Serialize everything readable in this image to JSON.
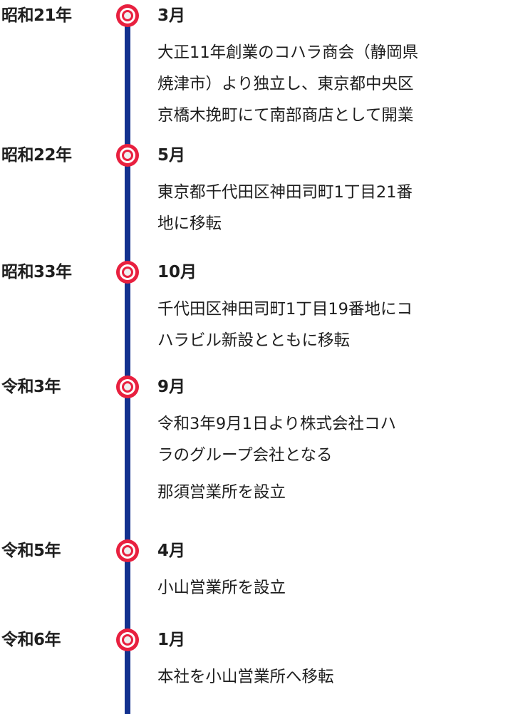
{
  "colors": {
    "line": "#13318f",
    "marker": "#e8203f",
    "marker_center": "#efefef",
    "text": "#1e1e1e"
  },
  "entries": [
    {
      "year": "昭和21年",
      "month": "3月",
      "paragraphs": [
        [
          "大正11年創業のコハラ商会（静岡県",
          "焼津市）より独立し、東京都中央区",
          "京橋木挽町にて南部商店として開業"
        ]
      ]
    },
    {
      "year": "昭和22年",
      "month": "5月",
      "paragraphs": [
        [
          "東京都千代田区神田司町1丁目21番",
          "地に移転"
        ]
      ]
    },
    {
      "year": "昭和33年",
      "month": "10月",
      "paragraphs": [
        [
          "千代田区神田司町1丁目19番地にコ",
          "ハラビル新設とともに移転"
        ]
      ]
    },
    {
      "year": "令和3年",
      "month": "9月",
      "paragraphs": [
        [
          "令和3年9月1日より株式会社コハ",
          "ラのグループ会社となる"
        ],
        [
          "那須営業所を設立"
        ]
      ]
    },
    {
      "year": "令和5年",
      "month": "4月",
      "paragraphs": [
        [
          "小山営業所を設立"
        ]
      ]
    },
    {
      "year": "令和6年",
      "month": "1月",
      "paragraphs": [
        [
          "本社を小山営業所へ移転"
        ]
      ]
    }
  ]
}
